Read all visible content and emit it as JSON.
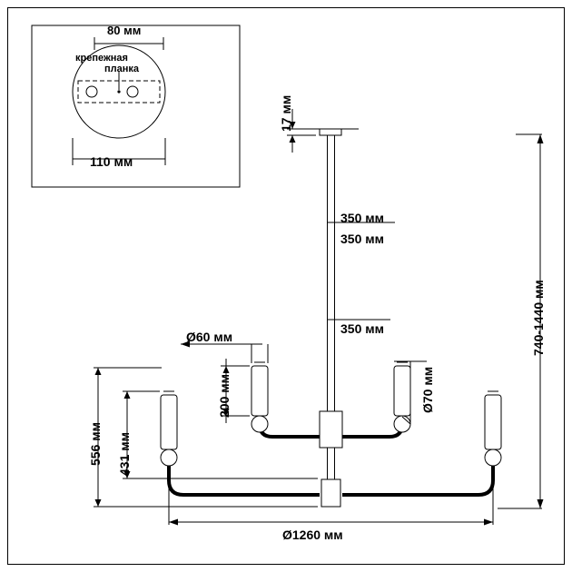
{
  "diagram": {
    "title": "chandelier-technical-drawing",
    "background": "#ffffff",
    "line_color": "#000000",
    "fill_color": "#ffffff"
  },
  "inset": {
    "name": "ceiling-mount-plate-detail",
    "dim_top": "80 мм",
    "callout_line1": "крепежная",
    "callout_line2": "планка",
    "dim_bottom": "110 мм"
  },
  "dimensions": {
    "canopy_height": "17 мм",
    "rod_seg_1": "350 мм",
    "rod_seg_2": "350 мм",
    "rod_seg_3": "350 мм",
    "total_height": "740-1440 мм",
    "shade_diameter": "Ø60 мм",
    "shade_height": "200 мм",
    "ball_diameter": "Ø70 мм",
    "height_outer": "556 мм",
    "height_inner": "431 мм",
    "overall_diameter": "Ø1260 мм"
  }
}
